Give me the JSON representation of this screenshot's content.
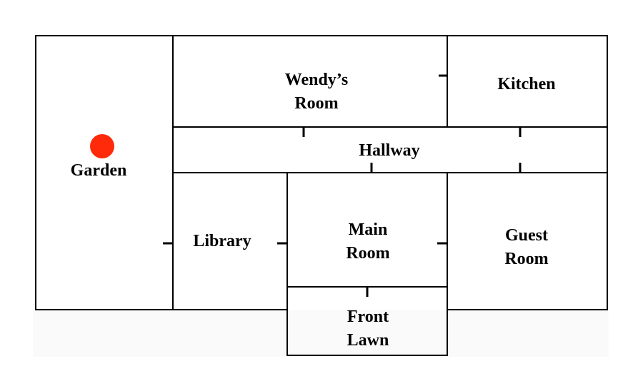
{
  "floor_plan": {
    "rooms": {
      "garden": {
        "label": "Garden"
      },
      "wendys_room": {
        "label_line1": "Wendy’s",
        "label_line2": "Room"
      },
      "kitchen": {
        "label": "Kitchen"
      },
      "hallway": {
        "label": "Hallway"
      },
      "library": {
        "label": "Library"
      },
      "main_room": {
        "label_line1": "Main",
        "label_line2": "Room"
      },
      "guest_room": {
        "label_line1": "Guest",
        "label_line2": "Room"
      },
      "front_lawn": {
        "label_line1": "Front",
        "label_line2": "Lawn"
      }
    },
    "marker": {
      "room": "Garden",
      "color": "#ff2a0a"
    },
    "colors": {
      "wall": "#000000",
      "background": "#ffffff"
    }
  }
}
